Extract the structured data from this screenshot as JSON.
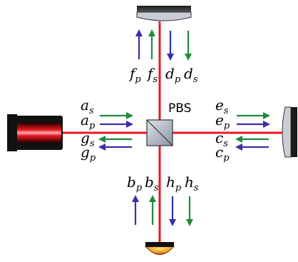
{
  "splitter_label": "PBS",
  "colors": {
    "beam": "#e8171f",
    "green_arrow": "#1f8a3a",
    "blue_arrow": "#3b2ea8",
    "mirror_dark": "#1a1a1a",
    "mirror_face": "#c9cdd6",
    "laser_body": "#111111",
    "laser_glow": "#ff6a6a",
    "detector": "#f0a020",
    "splitter_face": "#aab2bf"
  },
  "labels": {
    "top": {
      "f_p": "f",
      "f_p_sub": "p",
      "f_s": "f",
      "f_s_sub": "s",
      "d_p": "d",
      "d_p_sub": "p",
      "d_s": "d",
      "d_s_sub": "s"
    },
    "left": {
      "a_s": "a",
      "a_s_sub": "s",
      "a_p": "a",
      "a_p_sub": "p",
      "g_s": "g",
      "g_s_sub": "s",
      "g_p": "g",
      "g_p_sub": "p"
    },
    "right": {
      "e_s": "e",
      "e_s_sub": "s",
      "e_p": "e",
      "e_p_sub": "p",
      "c_s": "c",
      "c_s_sub": "s",
      "c_p": "c",
      "c_p_sub": "p"
    },
    "bottom": {
      "b_p": "b",
      "b_p_sub": "p",
      "b_s": "b",
      "b_s_sub": "s",
      "h_p": "h",
      "h_p_sub": "p",
      "h_s": "h",
      "h_s_sub": "s"
    }
  }
}
